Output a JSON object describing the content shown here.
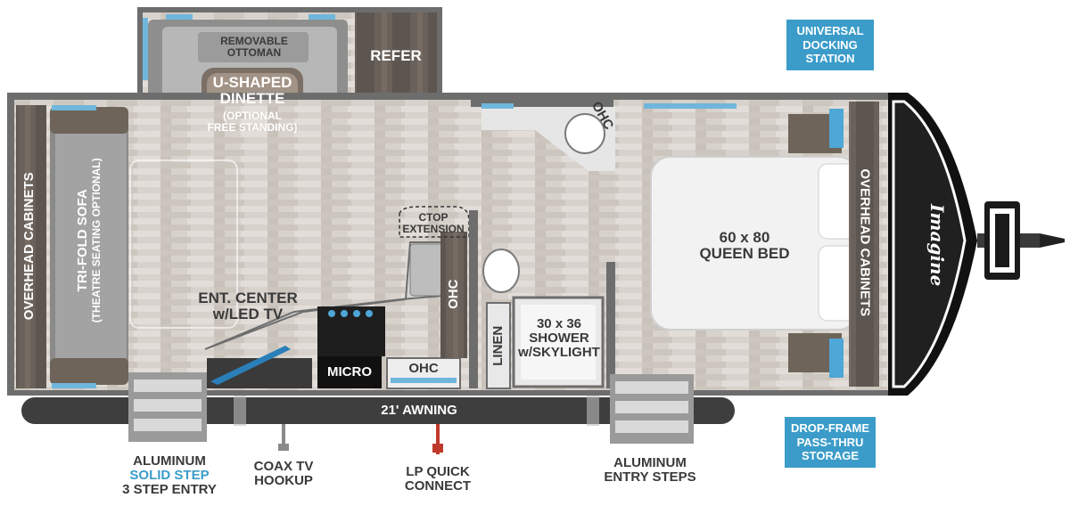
{
  "rooms": {
    "removable_ottoman": [
      "REMOVABLE",
      "OTTOMAN"
    ],
    "dinette": [
      "U-SHAPED",
      "DINETTE"
    ],
    "dinette_note": [
      "(OPTIONAL",
      "FREE STANDING)"
    ],
    "refer": "REFER",
    "sofa": [
      "TRI-FOLD SOFA",
      "(THEATRE SEATING OPTIONAL)"
    ],
    "overhead_left": "OVERHEAD CABINETS",
    "overhead_right": "OVERHEAD CABINETS",
    "ent_center": [
      "ENT. CENTER",
      "w/LED TV"
    ],
    "ctop": [
      "CTOP",
      "EXTENSION"
    ],
    "ohc_top": "OHC",
    "ohc_mid": "OHC",
    "ohc_bottom": "OHC",
    "micro": "MICRO",
    "linen": "LINEN",
    "shower": [
      "30 x 36",
      "SHOWER",
      "w/SKYLIGHT"
    ],
    "bed": [
      "60 x 80",
      "QUEEN BED"
    ]
  },
  "exterior": {
    "awning": "21' AWNING",
    "aluminum_step": [
      "ALUMINUM",
      "SOLID STEP",
      "3 STEP ENTRY"
    ],
    "coax": [
      "COAX TV",
      "HOOKUP"
    ],
    "lp": [
      "LP QUICK",
      "CONNECT"
    ],
    "entry_steps": [
      "ALUMINUM",
      "ENTRY STEPS"
    ]
  },
  "callouts": {
    "docking": [
      "UNIVERSAL",
      "DOCKING",
      "STATION"
    ],
    "storage": [
      "DROP-FRAME",
      "PASS-THRU",
      "STORAGE"
    ]
  },
  "logo": "Imagine",
  "colors": {
    "accent_blue": "#3b9cc9",
    "wall": "#6d6d6d",
    "floor": "#d9d4cf",
    "cabinet": "#5e5650",
    "awning": "#3e3e3e",
    "lp_line": "#c0392b"
  }
}
